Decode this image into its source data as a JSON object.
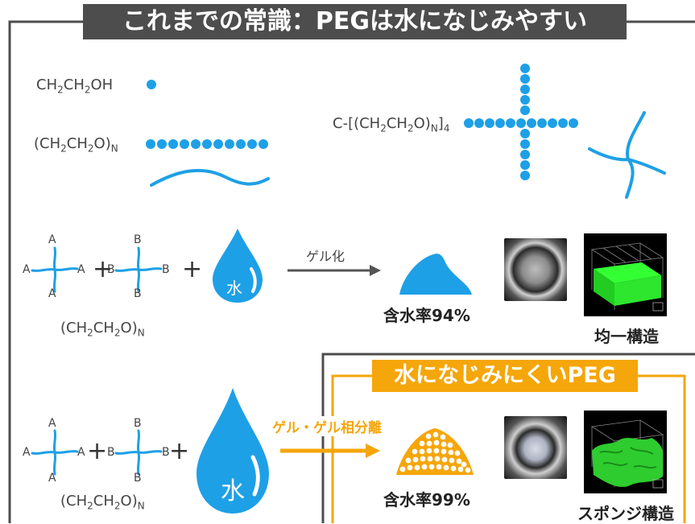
{
  "title": "これまでの常識：PEGは水になじみやすい",
  "top_section": {
    "ethanol_formula": {
      "pre": "CH",
      "s1": "2",
      "mid": "CH",
      "s2": "2",
      "post": "OH"
    },
    "linear_formula": {
      "pre": "(CH",
      "s1": "2",
      "mid": "CH",
      "s2": "2",
      "post": "O)",
      "s3": "N"
    },
    "star_formula": {
      "pre": "C-[(CH",
      "s1": "2",
      "mid": "CH",
      "s2": "2",
      "post": "O)",
      "s3": "N",
      "end": "]",
      "s4": "4"
    }
  },
  "row1": {
    "arm_letters_a": [
      "A",
      "A",
      "A",
      "A"
    ],
    "arm_letters_b": [
      "B",
      "B",
      "B",
      "B"
    ],
    "plus": "+",
    "water_label": "水",
    "arrow_label": "ゲル化",
    "formula": {
      "pre": "(CH",
      "s1": "2",
      "mid": "CH",
      "s2": "2",
      "post": "O)",
      "s3": "N"
    },
    "water_content": {
      "prefix": "含水率",
      "value": "94%"
    },
    "structure_caption": "均一構造"
  },
  "row2": {
    "banner": "水になじみにくいPEG",
    "arm_letters_a": [
      "A",
      "A",
      "A",
      "A"
    ],
    "arm_letters_b": [
      "B",
      "B",
      "B",
      "B"
    ],
    "plus": "+",
    "water_label": "水",
    "arrow_label": "ゲル・ゲル相分離",
    "formula": {
      "pre": "(CH",
      "s1": "2",
      "mid": "CH",
      "s2": "2",
      "post": "O)",
      "s3": "N"
    },
    "water_content": {
      "prefix": "含水率",
      "value": "99%"
    },
    "structure_caption": "スポンジ構造"
  },
  "colors": {
    "blue": "#1ea0e6",
    "orange": "#f5a60a",
    "gray": "#4d4d4d",
    "green": "#33ff33"
  }
}
